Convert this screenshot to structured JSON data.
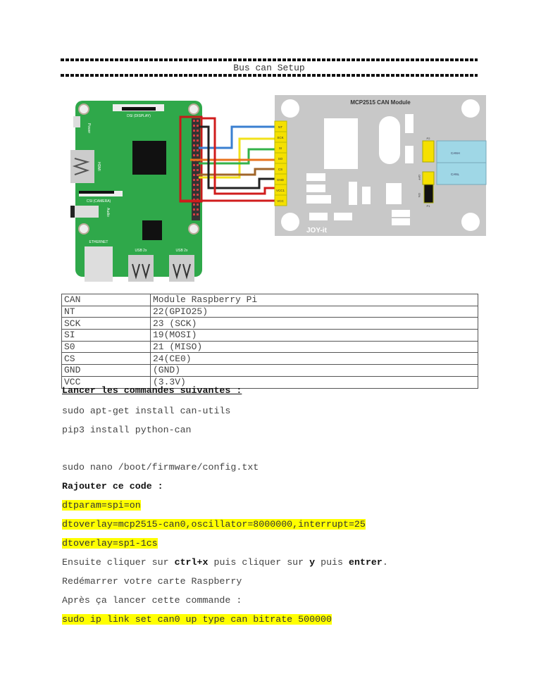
{
  "header": {
    "title": "Bus can Setup"
  },
  "diagram": {
    "module_title": "MCP2515 CAN Module",
    "module_pins": [
      "NT",
      "SCK",
      "SI",
      "SO",
      "CS",
      "GND",
      "VCC1",
      "VCC"
    ],
    "terminals": [
      "CANH",
      "CANL"
    ],
    "jumpers": {
      "p2": "P2",
      "p1": "P1",
      "off": "OFF",
      "on": "ON"
    },
    "module_logo": "JOY-it",
    "pi_labels": {
      "dsi": "DSI (DISPLAY)",
      "hdmi": "HDMI",
      "csi": "CSI (CAMERA)",
      "audio": "Audio",
      "power": "Power",
      "ethernet": "ETHERNET",
      "usb1": "USB 2x",
      "usb2": "USB 2x"
    },
    "wire_colors": [
      "#3a7fd0",
      "#f2e21a",
      "#33b24a",
      "#e8731e",
      "#a0662a",
      "#222222",
      "#d01c1c",
      "#d01c1c"
    ],
    "board_color": "#2fa84a",
    "module_color": "#c8c8c8"
  },
  "table": {
    "rows": [
      [
        "CAN",
        "Module Raspberry Pi"
      ],
      [
        "NT",
        "22(GPIO25)"
      ],
      [
        "SCK",
        "23 (SCK)"
      ],
      [
        "SI",
        "19(MOSI)"
      ],
      [
        "S0",
        "21 (MISO)"
      ],
      [
        "CS",
        "24(CE0)"
      ],
      [
        "GND",
        "(GND)"
      ],
      [
        "VCC",
        "(3.3V)"
      ]
    ]
  },
  "content": {
    "run_heading": "Lancer les commandes suivantes :",
    "cmd1": "sudo apt-get install can-utils",
    "cmd2": "pip3 install python-can",
    "cmd3": "sudo nano /boot/firmware/config.txt",
    "add_heading": "Rajouter ce code :",
    "code1": "dtparam=spi=on",
    "code2": "dtoverlay=mcp2515-can0,oscillator=8000000,interrupt=25",
    "code3": "dtoverlay=sp1-1cs",
    "ensuite": {
      "t1": "Ensuite cliquer sur ",
      "k1": "ctrl+x",
      "t2": " puis cliquer sur ",
      "k2": "y",
      "t3": " puis ",
      "k3": "entrer",
      "t4": "."
    },
    "reboot": "Redémarrer votre carte Raspberry",
    "after": "Après ça lancer cette commande :",
    "cmd4": "sudo ip link set can0 up type can bitrate 500000",
    "highlight_color": "#ffff00"
  }
}
